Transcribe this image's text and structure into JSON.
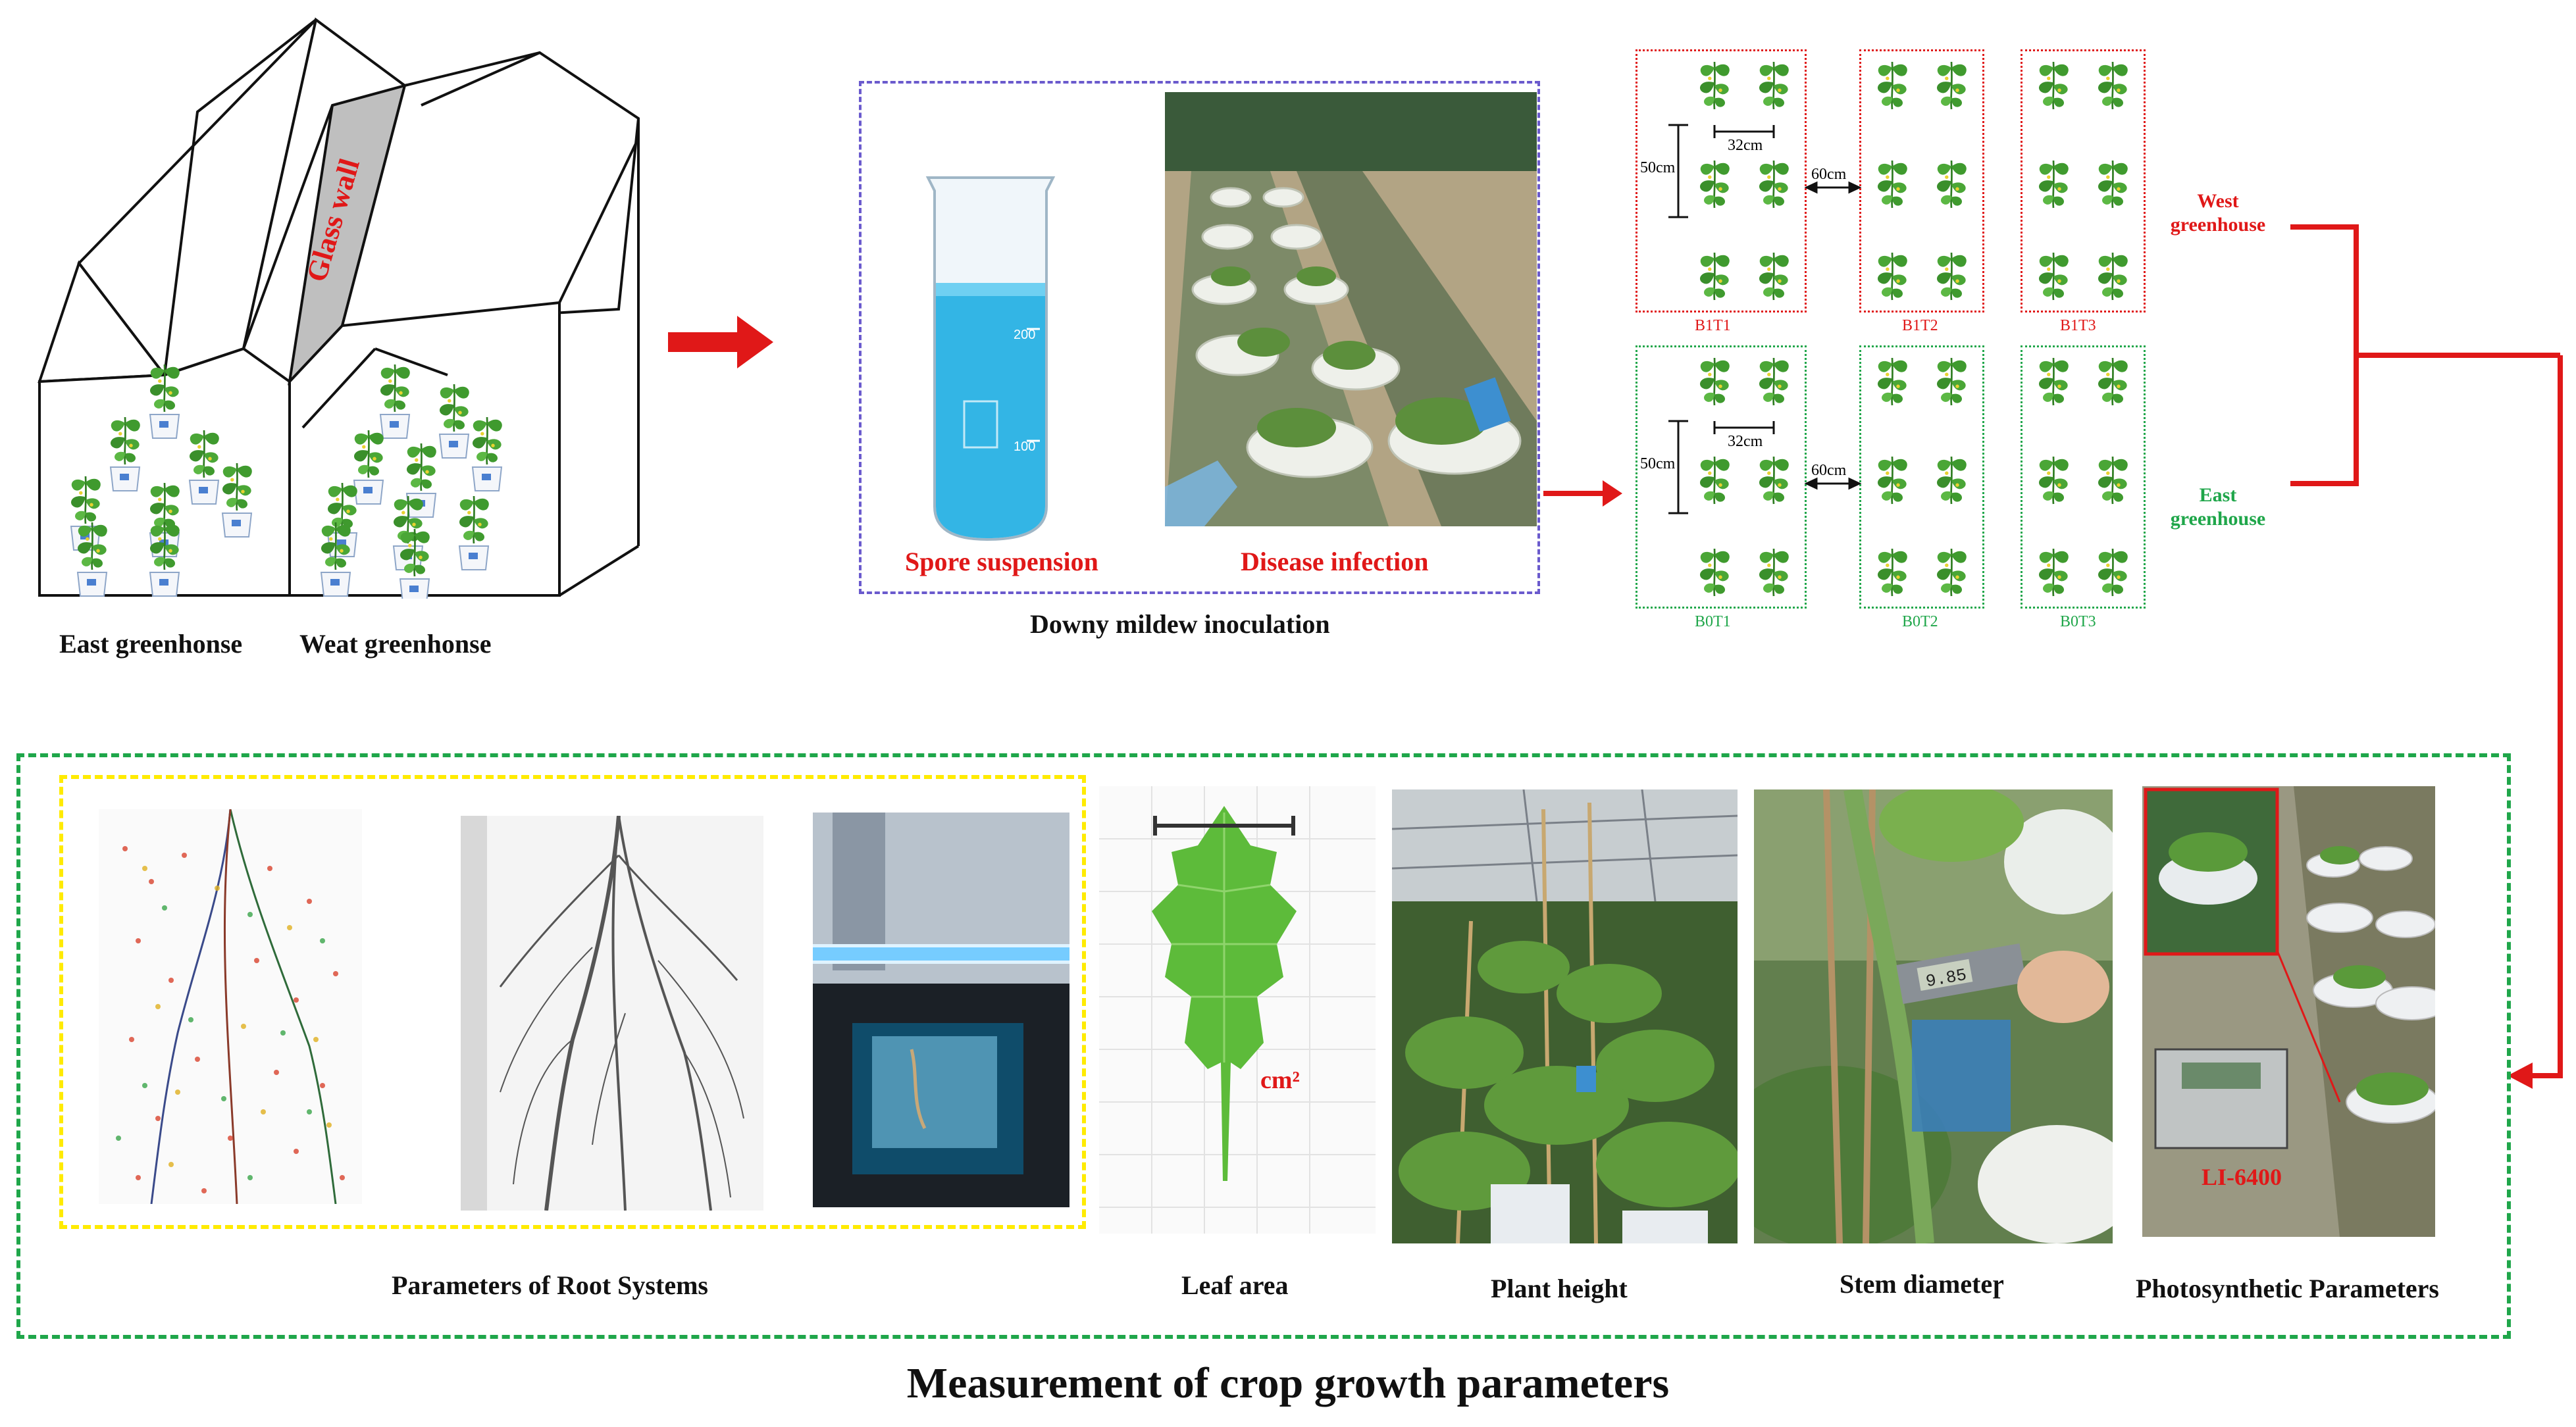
{
  "greenhouse": {
    "glass_wall": "Glass wall",
    "east_label": "East greenhonse",
    "west_label": "Weat greenhonse"
  },
  "inoculation": {
    "spore_label": "Spore suspension",
    "disease_label": "Disease infection",
    "caption": "Downy mildew inoculation",
    "beaker_ticks": [
      "200",
      "100"
    ]
  },
  "layout_plot": {
    "west_plots": [
      "B1T1",
      "B1T2",
      "B1T3"
    ],
    "east_plots": [
      "B0T1",
      "B0T2",
      "B0T3"
    ],
    "row_spacing": "50cm",
    "plant_spacing": "32cm",
    "block_spacing": "60cm",
    "west_label": "West greenhouse",
    "east_label": "East greenhouse"
  },
  "measurements": {
    "root_label": "Parameters of Root Systems",
    "leaf_label": "Leaf area",
    "leaf_unit": "cm²",
    "height_label": "Plant height",
    "stem_label": "Stem diameteɼ",
    "photo_label": "Photosynthetic Parameters",
    "device_label": "LI-6400",
    "caliper_reading": "9.85"
  },
  "title": "Measurement of crop growth parameters",
  "colors": {
    "red": "#e01818",
    "green": "#1fa64a",
    "blue_dash": "#6a5acd",
    "yellow_dash": "#ffeb00",
    "plant_leaf": "#3f9a2e",
    "spore_blue": "#33b5e5"
  }
}
